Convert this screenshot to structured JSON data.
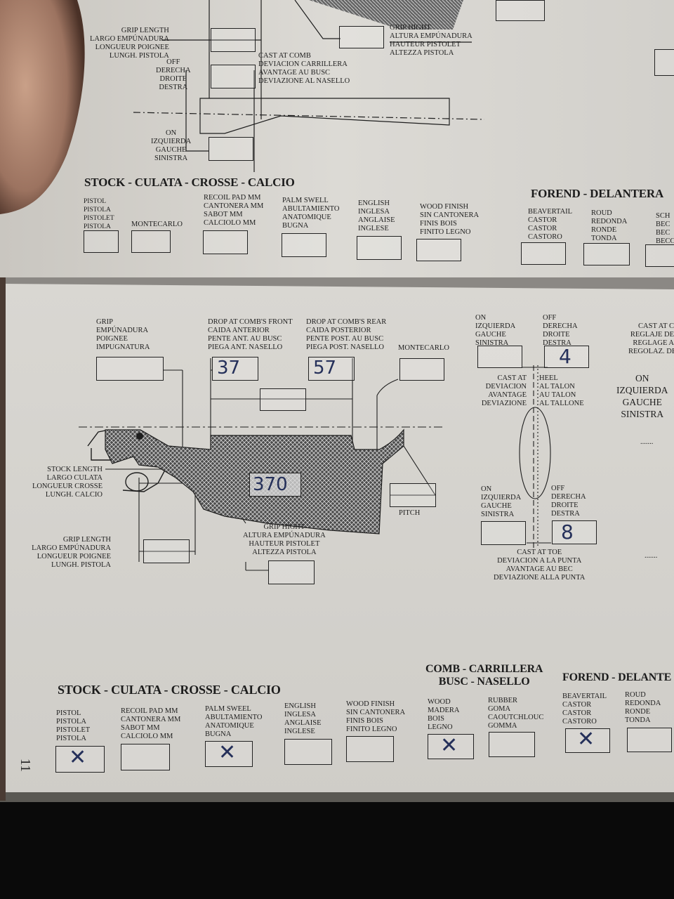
{
  "top_page": {
    "labels": {
      "grip_length": [
        "GRIP LENGTH",
        "LARGO EMPÚNADURA",
        "LONGUEUR POIGNEE",
        "LUNGH. PISTOLA"
      ],
      "grip_hight": [
        "GRIP HIGHT",
        "ALTURA EMPÚNADURA",
        "HAUTEUR PISTOLET",
        "ALTEZZA PISTOLA"
      ],
      "off": [
        "OFF",
        "DERECHA",
        "DROITE",
        "DESTRA"
      ],
      "cast_at_comb": [
        "CAST AT COMB",
        "DEVIACION CARRILLERA",
        "AVANTAGE AU BUSC",
        "DEVIAZIONE AL NASELLO"
      ],
      "on": [
        "ON",
        "IZQUIERDA",
        "GAUCHE",
        "SINISTRA"
      ]
    },
    "stock_header": "STOCK - CULATA - CROSSE - CALCIO",
    "stock_options": [
      [
        "PISTOL",
        "PISTOLA",
        "PISTOLET",
        "PISTOLA"
      ],
      [
        "MONTECARLO"
      ],
      [
        "RECOIL PAD mm",
        "CANTONERA mm",
        "SABOT mm",
        "CALCIOLO mm"
      ],
      [
        "PALM SWELL",
        "ABULTAMIENTO",
        "ANATOMIQUE",
        "BUGNA"
      ],
      [
        "ENGLISH",
        "INGLESA",
        "ANGLAISE",
        "INGLESE"
      ],
      [
        "WOOD FINISH",
        "SIN CANTONERA",
        "FINIS BOIS",
        "FINITO LEGNO"
      ]
    ],
    "forend_header": "FOREND - DELANTERA",
    "forend_options": [
      [
        "BEAVERTAIL",
        "CASTOR",
        "CASTOR",
        "CASTORO"
      ],
      [
        "ROUD",
        "REDONDA",
        "RONDE",
        "TONDA"
      ],
      [
        "SCH",
        "BEC",
        "BEC",
        "BECC"
      ]
    ]
  },
  "main_page": {
    "labels": {
      "grip": [
        "GRIP",
        "EMPÚNADURA",
        "POIGNEE",
        "IMPUGNATURA"
      ],
      "drop_front": [
        "DROP AT COMB'S FRONT",
        "CAIDA ANTERIOR",
        "PENTE ANT. AU BUSC",
        "PIEGA ANT. NASELLO"
      ],
      "drop_rear": [
        "DROP AT COMB'S REAR",
        "CAIDA POSTERIOR",
        "PENTE POST. AU BUSC",
        "PIEGA POST. NASELLO"
      ],
      "montecarlo": "MONTECARLO",
      "stock_length": [
        "STOCK LENGTH",
        "LARGO CULATA",
        "LONGUEUR CROSSE",
        "LUNGH. CALCIO"
      ],
      "grip_length": [
        "GRIP LENGTH",
        "LARGO EMPÚNADURA",
        "LONGUEUR POIGNEE",
        "LUNGH. PISTOLA"
      ],
      "grip_hight": [
        "GRIP HIGHT",
        "ALTURA EMPÚNADURA",
        "HAUTEUR PISTOLET",
        "ALTEZZA PISTOLA"
      ],
      "pitch": "PITCH",
      "on_top": [
        "ON",
        "IZQUIERDA",
        "GAUCHE",
        "SINISTRA"
      ],
      "off_top": [
        "OFF",
        "DERECHA",
        "DROITE",
        "DESTRA"
      ],
      "cast_at": [
        "CAST AT",
        "DEVIACION",
        "AVANTAGE",
        "DEVIAZIONE"
      ],
      "heel": [
        "HEEL",
        "AL TALON",
        "AU TALON",
        "AL TALLONE"
      ],
      "on_bottom": [
        "ON",
        "IZQUIERDA",
        "GAUCHE",
        "SINISTRA"
      ],
      "off_bottom": [
        "OFF",
        "DERECHA",
        "DROITE",
        "DESTRA"
      ],
      "cast_at_toe": [
        "CAST AT TOE",
        "DEVIACION A LA PUNTA",
        "AVANTAGE AU BEC",
        "DEVIAZIONE ALLA PUNTA"
      ],
      "right_cast": [
        "CAST AT C",
        "REGLAJE DE",
        "REGLAGE A",
        "REGOLAZ. DE"
      ],
      "right_on": [
        "ON",
        "IZQUIERDA",
        "GAUCHE",
        "SINISTRA"
      ],
      "dots": "......."
    },
    "handwritten": {
      "drop_front": "37",
      "drop_rear": "57",
      "stock_length": "370",
      "cast_heel": "4",
      "cast_toe": "8"
    },
    "stock_header": "STOCK - CULATA - CROSSE - CALCIO",
    "stock_options": [
      {
        "lines": [
          "PISTOL",
          "PISTOLA",
          "PISTOLET",
          "PISTOLA"
        ],
        "checked": true
      },
      {
        "lines": [
          "RECOIL PAD mm",
          "CANTONERA mm",
          "SABOT mm",
          "CALCIOLO mm"
        ],
        "checked": false
      },
      {
        "lines": [
          "PALM SWEEL",
          "ABULTAMIENTO",
          "ANATOMIQUE",
          "BUGNA"
        ],
        "checked": true
      },
      {
        "lines": [
          "ENGLISH",
          "INGLESA",
          "ANGLAISE",
          "INGLESE"
        ],
        "checked": false
      },
      {
        "lines": [
          "WOOD FINISH",
          "SIN CANTONERA",
          "FINIS BOIS",
          "FINITO LEGNO"
        ],
        "checked": false
      }
    ],
    "comb_header": [
      "COMB - CARRILLERA",
      "BUSC - NASELLO"
    ],
    "comb_options": [
      {
        "lines": [
          "WOOD",
          "MADERA",
          "BOIS",
          "LEGNO"
        ],
        "checked": true
      },
      {
        "lines": [
          "RUBBER",
          "GOMA",
          "CAOUTCHLOUC",
          "GOMMA"
        ],
        "checked": false
      }
    ],
    "forend_header": "FOREND - DELANTE",
    "forend_options": [
      {
        "lines": [
          "BEAVERTAIL",
          "CASTOR",
          "CASTOR",
          "CASTORO"
        ],
        "checked": true
      },
      {
        "lines": [
          "ROUD",
          "REDONDA",
          "RONDE",
          "TONDA"
        ],
        "checked": false
      }
    ],
    "page_number": "11"
  },
  "colors": {
    "paper": "#d6d4cf",
    "ink": "#1e1e1e",
    "pen": "#25305a"
  }
}
